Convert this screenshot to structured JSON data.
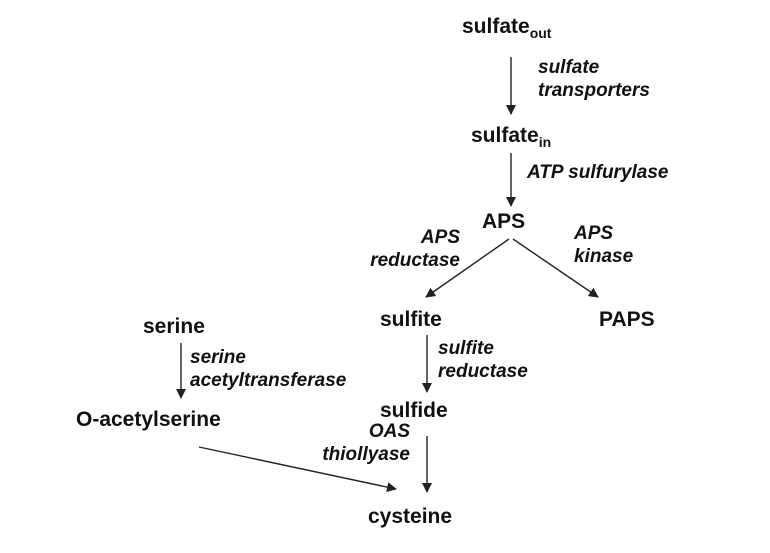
{
  "nodes": {
    "sulfate_out": {
      "base": "sulfate",
      "sub": "out"
    },
    "sulfate_in": {
      "base": "sulfate",
      "sub": "in"
    },
    "aps": "APS",
    "sulfite": "sulfite",
    "paps": "PAPS",
    "serine": "serine",
    "o_acetylserine": "O-acetylserine",
    "sulfide": "sulfide",
    "cysteine": "cysteine"
  },
  "enzymes": {
    "sulfate_transporters": [
      "sulfate",
      "transporters"
    ],
    "atp_sulfurylase": [
      "ATP sulfurylase"
    ],
    "aps_reductase": [
      "APS",
      "reductase"
    ],
    "aps_kinase": [
      "APS",
      "kinase"
    ],
    "sulfite_reductase": [
      "sulfite",
      "reductase"
    ],
    "serine_acetyltransferase": [
      "serine",
      "acetyltransferase"
    ],
    "oas_thiollyase": [
      "OAS",
      "thiollyase"
    ]
  },
  "colors": {
    "text": "#111111",
    "arrow": "#222222",
    "background": "#ffffff"
  }
}
